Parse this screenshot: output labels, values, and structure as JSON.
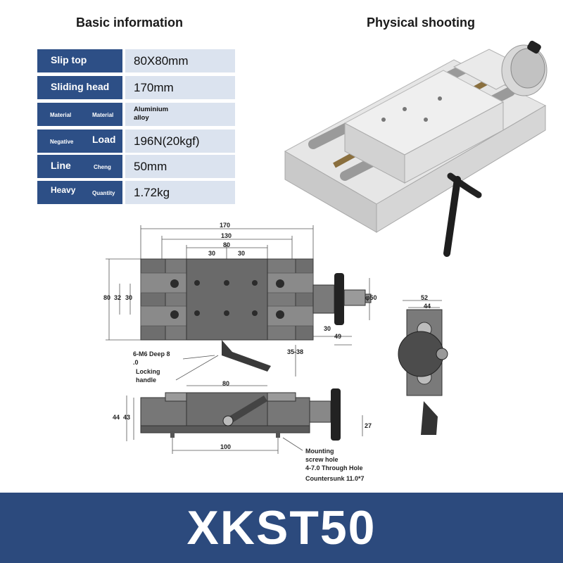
{
  "headings": {
    "basic": "Basic information",
    "physical": "Physical shooting"
  },
  "specs": [
    {
      "key": "Slip top",
      "value": "80X80mm"
    },
    {
      "key": "Sliding head",
      "value": "170mm"
    },
    {
      "key_left": "Material",
      "key_right": "Material",
      "value_line1": "Aluminium",
      "value_line2": "alloy"
    },
    {
      "key_left": "Negative",
      "key_right": "Load",
      "value": "196N(20kgf)"
    },
    {
      "key_left": "Line",
      "key_right": "Cheng",
      "value": "50mm"
    },
    {
      "key_left": "Heavy",
      "key_right": "Quantity",
      "value": "1.72kg"
    }
  ],
  "drawing": {
    "top_view": {
      "dim_170": "170",
      "dim_130": "130",
      "dim_80": "80",
      "dim_30a": "30",
      "dim_30b": "30",
      "dim_left_80": "80",
      "dim_left_32": "32",
      "dim_left_30": "30",
      "dim_phi50": "φ50",
      "dim_30_right": "30",
      "dim_49": "49",
      "dim_35_38": "35-38"
    },
    "side_view": {
      "dim_52": "52",
      "dim_44": "44"
    },
    "front_view": {
      "dim_80": "80",
      "dim_44": "44",
      "dim_43": "43",
      "dim_27": "27",
      "dim_100": "100"
    },
    "notes": {
      "holes_line1": "6-M6 Deep 8",
      "holes_line2": ".0",
      "handle_line1": "Locking",
      "handle_line2": "handle",
      "mount_line1": "Mounting",
      "mount_line2": "screw hole",
      "mount_line3": "4-7.0 Through Hole",
      "mount_line4": "Countersunk 11.0*7"
    }
  },
  "model": "XKST50",
  "colors": {
    "banner": "#2c4a7d",
    "key_cell": "#2d4f86",
    "value_cell": "#dbe3ef",
    "part_gray": "#6e6e6e"
  }
}
